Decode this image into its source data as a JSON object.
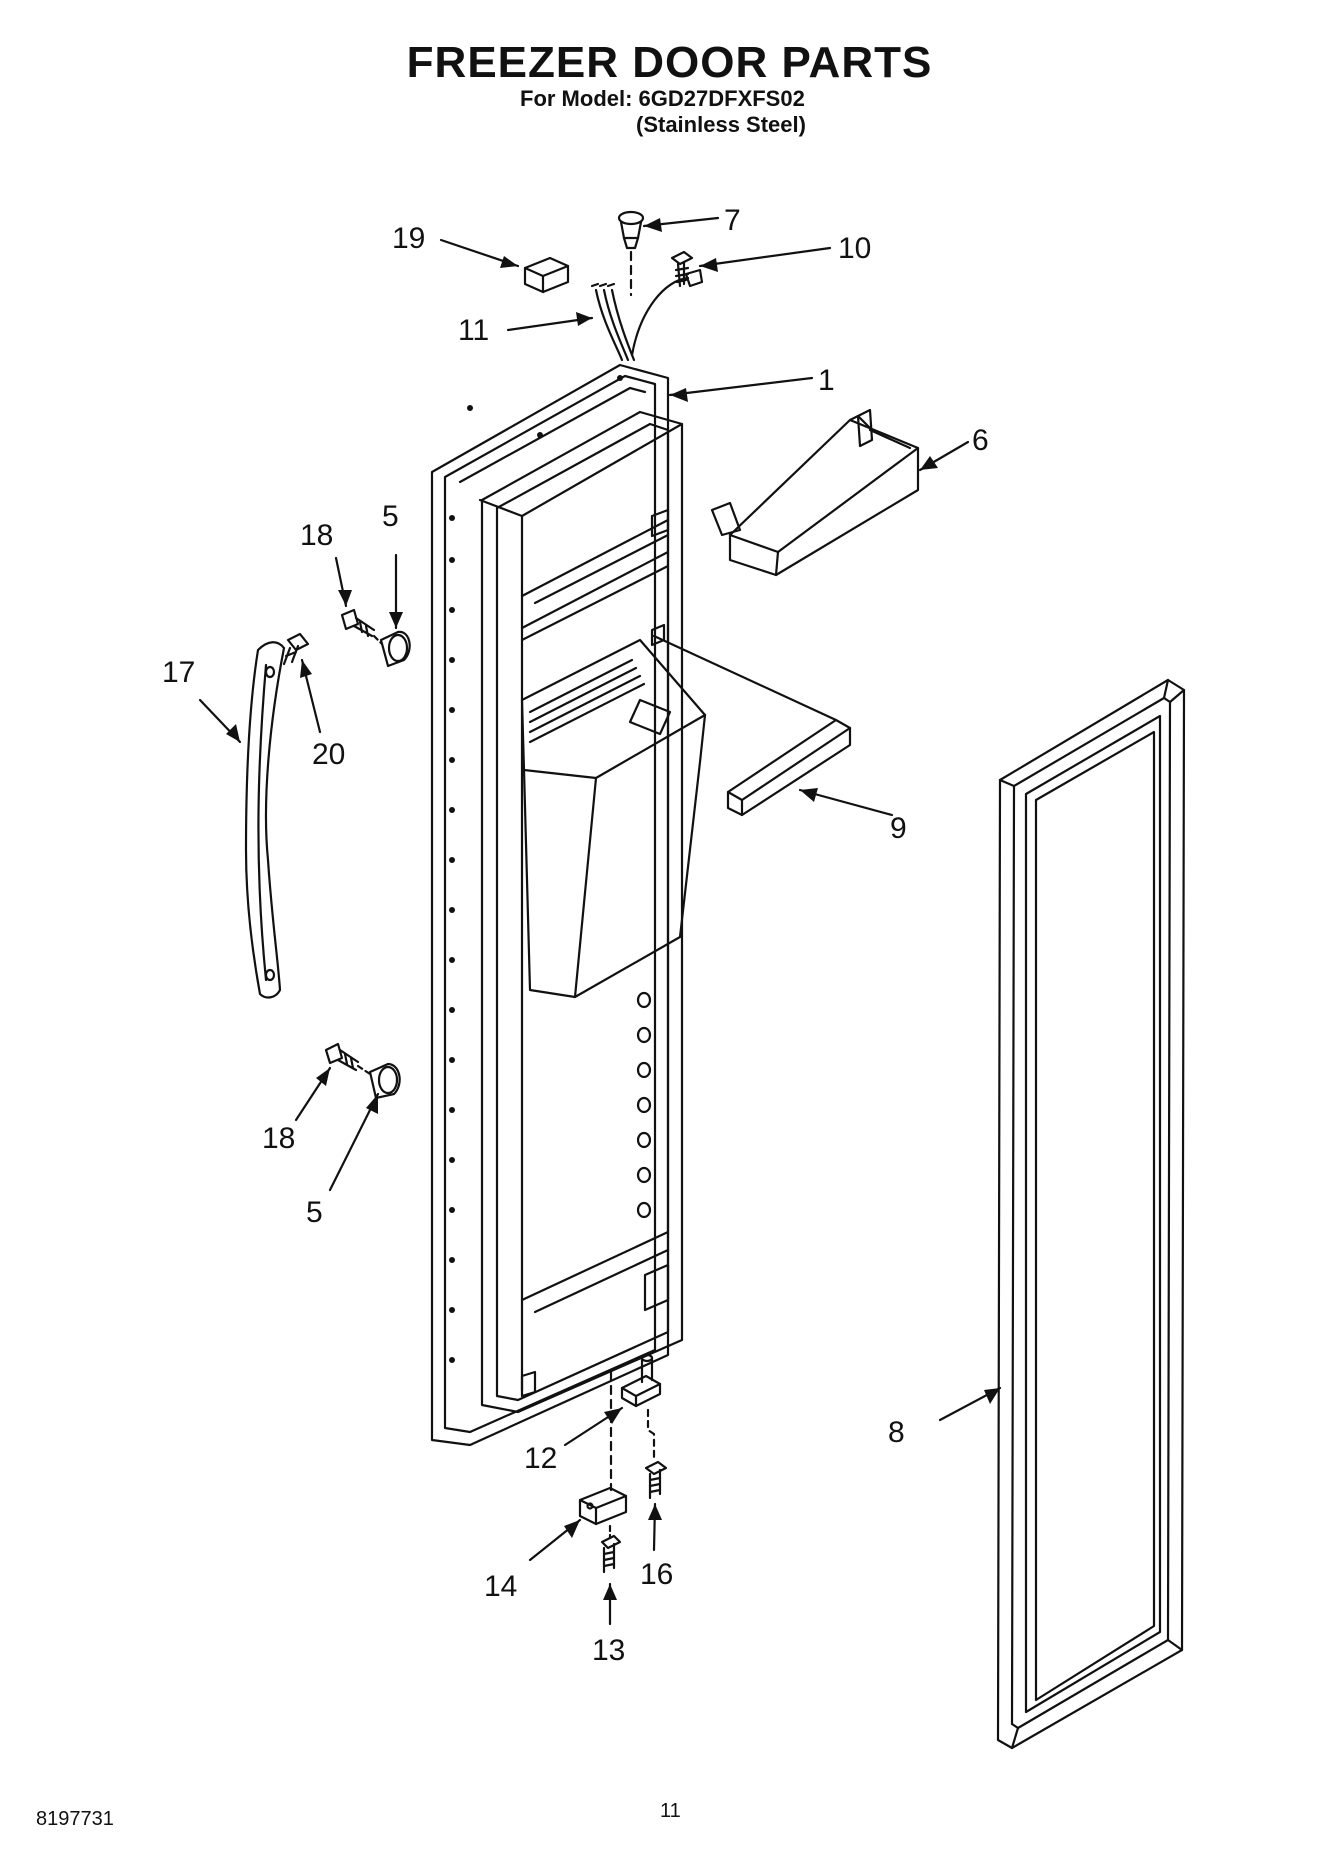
{
  "header": {
    "title": "FREEZER DOOR PARTS",
    "model_line": "For Model: 6GD27DFXFS02",
    "finish_line": "(Stainless Steel)"
  },
  "footer": {
    "doc_number": "8197731",
    "page_number": "11"
  },
  "callouts": {
    "c19": "19",
    "c7": "7",
    "c10": "10",
    "c11": "11",
    "c1": "1",
    "c6": "6",
    "c18a": "18",
    "c5a": "5",
    "c17": "17",
    "c20": "20",
    "c9": "9",
    "c18b": "18",
    "c5b": "5",
    "c8": "8",
    "c12": "12",
    "c16": "16",
    "c14": "14",
    "c13": "13"
  }
}
